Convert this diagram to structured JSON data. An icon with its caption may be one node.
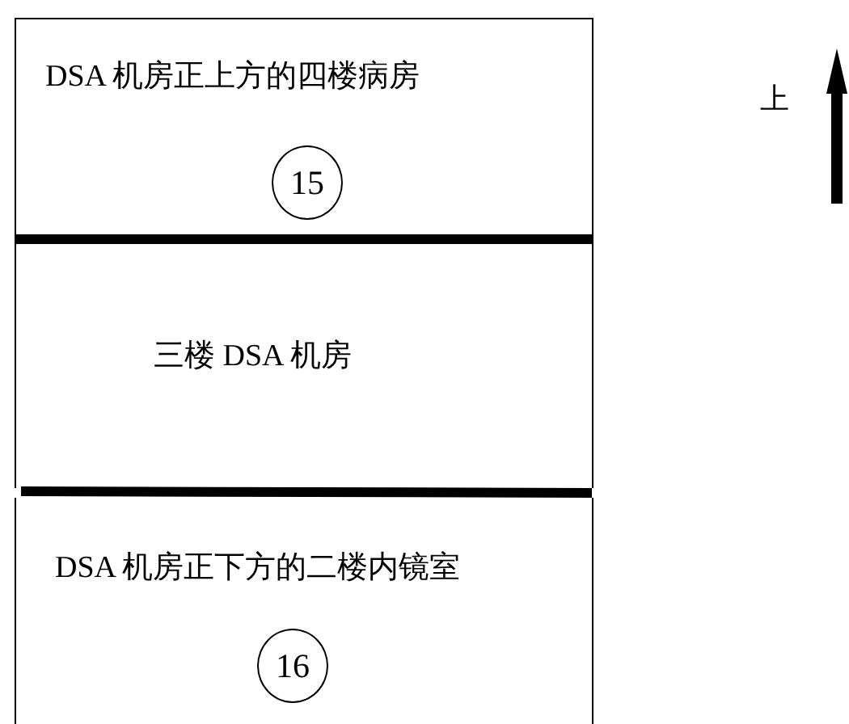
{
  "diagram": {
    "nodes": [
      {
        "text": [
          "DSA 机房正上方的四楼病房"
        ]
      },
      {
        "text": [
          "15"
        ],
        "in": 0
      },
      {
        "text": [
          "三楼 DSA 机房"
        ]
      },
      {
        "text": [
          "DSA 机房正下方的二楼内镜室"
        ]
      },
      {
        "text": [
          "16"
        ],
        "in": 3
      }
    ],
    "labels": [
      "上"
    ]
  }
}
